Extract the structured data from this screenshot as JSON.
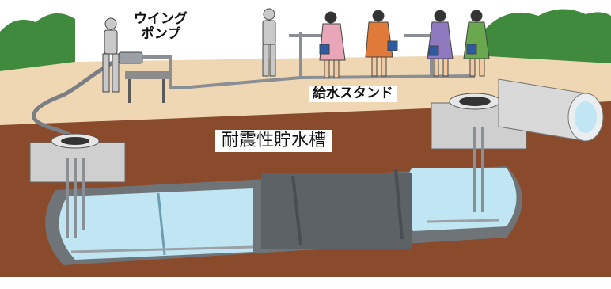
{
  "labels": {
    "wing_pump_line1": "ウイング",
    "wing_pump_line2": "ポンプ",
    "water_stand": "給水スタンド",
    "tank": "耐震性貯水槽"
  },
  "colors": {
    "sky": "#ffffff",
    "trees": "#3f8a3c",
    "ground_surface": "#efd7b4",
    "soil": "#8a4a2c",
    "concrete": "#cfcfcf",
    "tank_shell": "#6f7478",
    "water": "#bfe6f2"
  }
}
